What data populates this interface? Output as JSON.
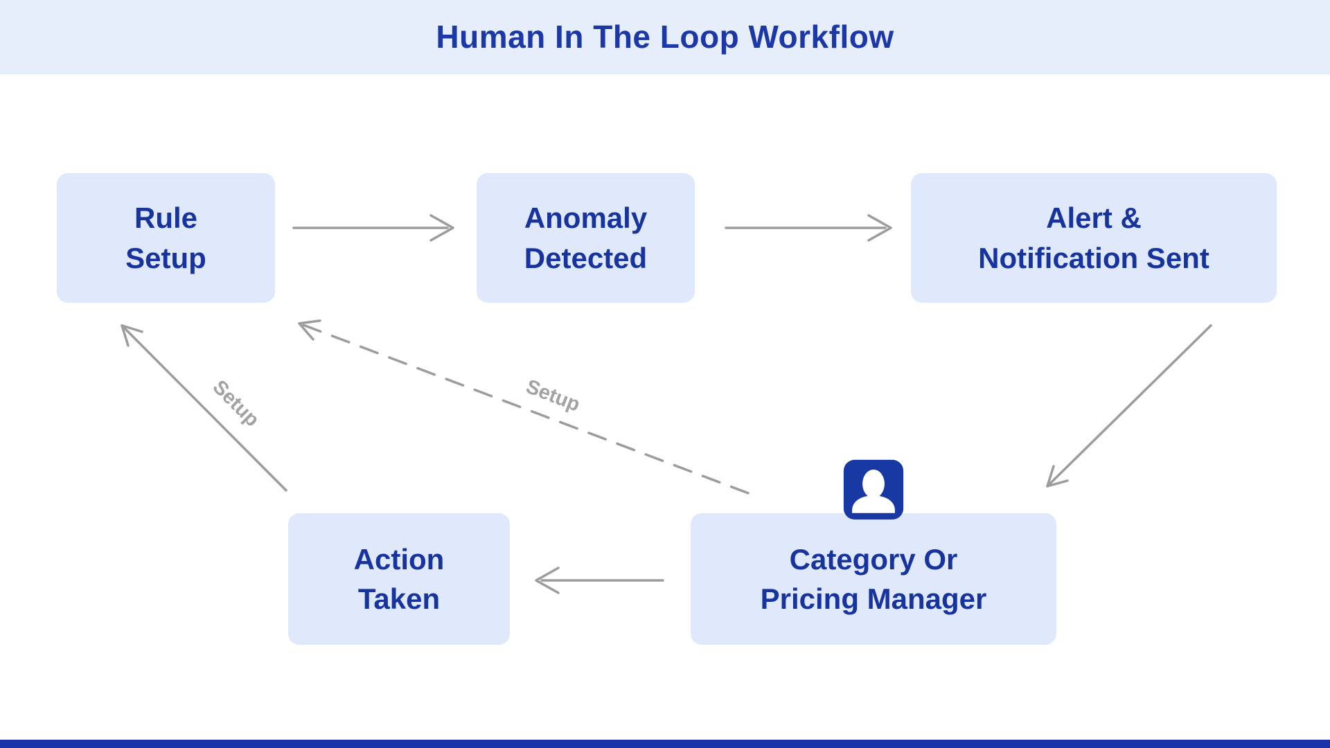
{
  "header": {
    "title": "Human In The Loop Workflow"
  },
  "nodes": {
    "rule_setup": {
      "label": "Rule\nSetup"
    },
    "anomaly_detected": {
      "label": "Anomaly\nDetected"
    },
    "alert_notification": {
      "label": "Alert &\nNotification Sent"
    },
    "action_taken": {
      "label": "Action\nTaken"
    },
    "category_manager": {
      "label": "Category Or\nPricing Manager"
    }
  },
  "connectors": {
    "rule_to_anomaly": {
      "from": "Rule Setup",
      "to": "Anomaly Detected",
      "style": "solid",
      "label": ""
    },
    "anomaly_to_alert": {
      "from": "Anomaly Detected",
      "to": "Alert & Notification Sent",
      "style": "solid",
      "label": ""
    },
    "alert_to_category": {
      "from": "Alert & Notification Sent",
      "to": "Category Or Pricing Manager",
      "style": "solid",
      "label": ""
    },
    "category_to_action": {
      "from": "Category Or Pricing Manager",
      "to": "Action Taken",
      "style": "solid",
      "label": ""
    },
    "action_to_rule": {
      "from": "Action Taken",
      "to": "Rule Setup",
      "style": "solid",
      "label": "Setup"
    },
    "category_to_rule": {
      "from": "Category Or Pricing Manager",
      "to": "Rule Setup",
      "style": "dashed",
      "label": "Setup"
    }
  },
  "icons": {
    "person": "person-icon"
  },
  "colors": {
    "title_band_bg": "#e6edfb",
    "title_text": "#1c38a6",
    "node_bg": "#dfe9fb",
    "node_text": "#17339e",
    "arrow_gray": "#9c9c9c",
    "connector_label_gray": "#a2a2a2",
    "person_icon_blue": "#1838a3",
    "bottom_bar_blue": "#1b33a8",
    "page_bg": "#ffffff"
  }
}
